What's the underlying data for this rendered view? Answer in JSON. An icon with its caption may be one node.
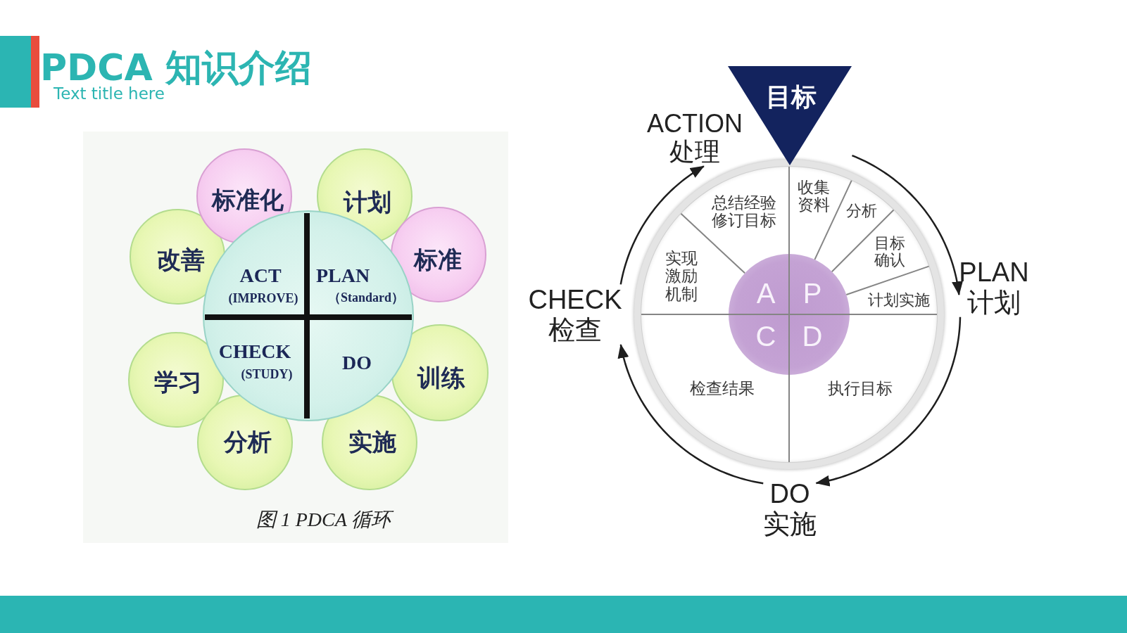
{
  "diagram": {
    "title": "PDCA 知识介绍",
    "caption": "图 1 PDCA 循环",
    "nodes": [
      {
        "text": [
          "ACT",
          "(IMPROVE)",
          "PLAN",
          "（Standard）",
          "CHECK",
          "(STUDY)",
          "DO"
        ]
      },
      {
        "text": [
          "标准化"
        ]
      },
      {
        "text": [
          "计划"
        ]
      },
      {
        "text": [
          "改善"
        ]
      },
      {
        "text": [
          "标准"
        ]
      },
      {
        "text": [
          "学习"
        ]
      },
      {
        "text": [
          "训练"
        ]
      },
      {
        "text": [
          "分析"
        ]
      },
      {
        "text": [
          "实施"
        ]
      },
      {
        "text": [
          "目标"
        ]
      },
      {
        "text": [
          "ACTION 处理"
        ]
      },
      {
        "text": [
          "PLAN 计划"
        ]
      },
      {
        "text": [
          "CHECK 检查"
        ]
      },
      {
        "text": [
          "DO 实施"
        ]
      },
      {
        "text": [
          "总结经验修订目标",
          "实现激励机制",
          "收集资料",
          "分析",
          "目标确认",
          "计划实施",
          "检查结果",
          "执行目标"
        ]
      },
      {
        "text": [
          "A",
          "P",
          "C",
          "D"
        ],
        "in": 14
      }
    ],
    "edges": [
      {
        "from": 9,
        "to": 11,
        "arrow": "to"
      },
      {
        "from": 11,
        "to": 13,
        "arrow": "to"
      },
      {
        "from": 13,
        "to": 12,
        "arrow": "to"
      },
      {
        "from": 12,
        "to": 10,
        "arrow": "to"
      }
    ],
    "labels": [
      "Text title here"
    ]
  }
}
